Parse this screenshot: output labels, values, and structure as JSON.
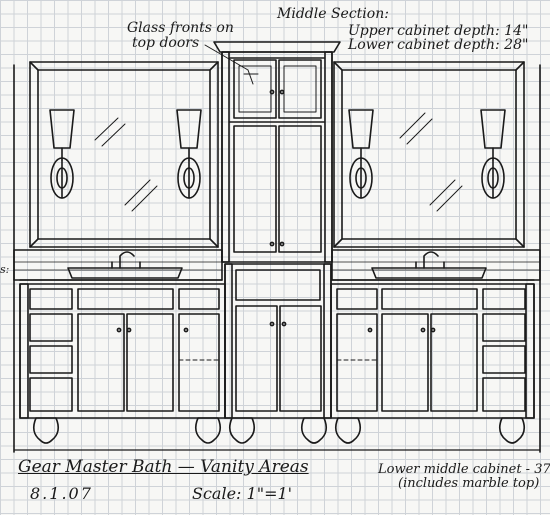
{
  "notes": {
    "glass_line1": "Glass fronts on",
    "glass_line2": "top doors",
    "middle_section": "Middle Section:",
    "upper_depth": "Upper cabinet depth: 14\"",
    "lower_depth": "Lower cabinet depth: 28\"",
    "title": "Gear Master Bath — Vanity Areas",
    "date": "8.1.07",
    "scale": "Scale: 1\"=1'",
    "lower_middle_line1": "Lower middle cabinet - 37\"",
    "lower_middle_line2": "(includes marble top)",
    "edge_mark": "s:"
  },
  "colors": {
    "ink": "#1a1a1a",
    "grid": "#cfd3d8",
    "paper": "#f7f7f5"
  }
}
